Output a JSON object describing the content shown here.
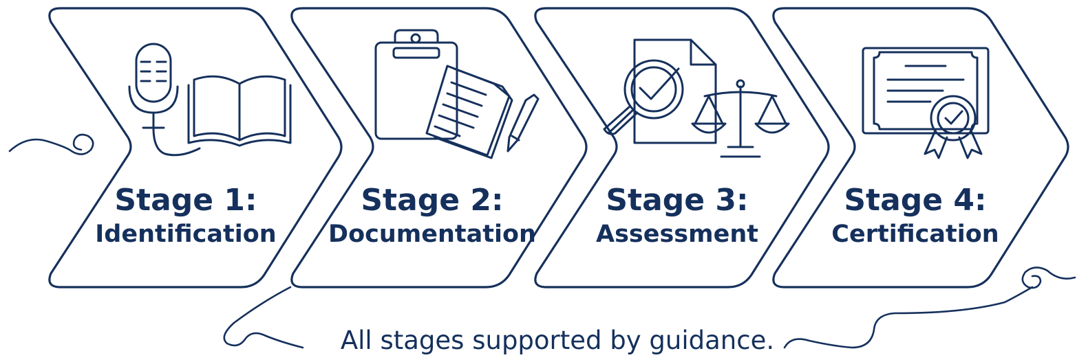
{
  "colors": {
    "ink": "#15305c",
    "background": "#ffffff"
  },
  "stages": [
    {
      "title": "Stage 1:",
      "name": "Identification",
      "icons": [
        "microphone-icon",
        "open-book-icon"
      ]
    },
    {
      "title": "Stage 2:",
      "name": "Documentation",
      "icons": [
        "clipboard-icon",
        "documents-icon",
        "pen-icon"
      ]
    },
    {
      "title": "Stage 3:",
      "name": "Assessment",
      "icons": [
        "magnifier-check-icon",
        "document-icon",
        "scales-icon"
      ]
    },
    {
      "title": "Stage 4:",
      "name": "Certification",
      "icons": [
        "certificate-icon",
        "rosette-badge-icon"
      ]
    }
  ],
  "footer": {
    "text": "All stages supported by guidance."
  }
}
